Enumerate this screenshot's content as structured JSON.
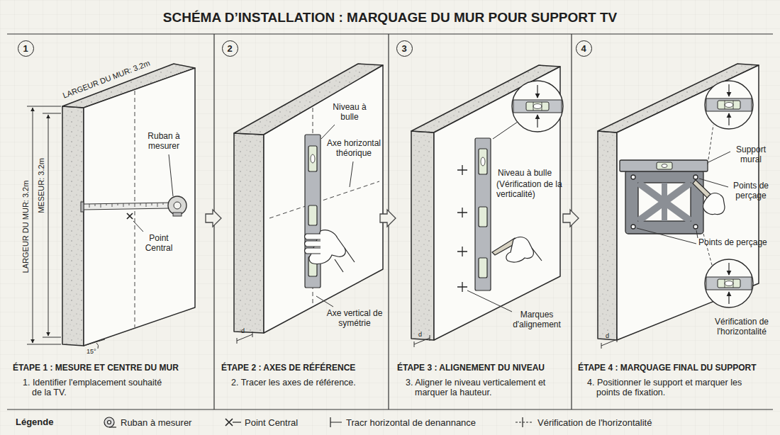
{
  "diagram": {
    "title": "SCHÉMA D’INSTALLATION : MARQUAGE DU MUR POUR SUPPORT TV",
    "nodes": [
      {
        "text": [
          "1"
        ]
      },
      {
        "text": [
          "2"
        ]
      },
      {
        "text": [
          "3"
        ]
      },
      {
        "text": [
          "4"
        ]
      }
    ],
    "labels": [
      "LARGEUR DU MUR: 3.2m",
      "LARGEUR DU MUR: 3.2m",
      "MESEUR: 3.2m",
      "Ruban à mesurer",
      "Point Central",
      "15°",
      "ÉTAPE 1 : MESURE ET CENTRE DU MUR",
      "1. Identifier l'emplacement souhaité de la TV.",
      "Niveau à bulle",
      "Axe horizontal théorique",
      "Axe vertical de symétrie",
      "d",
      "ÉTAPE 2 : AXES DE RÉFÉRENCE",
      "2. Tracer les axes de référence.",
      "Niveau à bulle",
      "(Vérification de la verticalité)",
      "Marques d'alignement",
      "d",
      "ÉTAPE 3 : ALIGNEMENT DU NIVEAU",
      "3. Aligner le niveau verticalement et marquer la hauteur.",
      "Support mural",
      "Points de perçage",
      "Points de perçage",
      "Vérification de l'horizontalité",
      "d",
      "ÉTAPE 4 : MARQUAGE FINAL DU SUPPORT",
      "4. Positionner le support et marquer les points de fixation.",
      "Légende"
    ],
    "legend": [
      {
        "text": "Ruban à mesurer"
      },
      {
        "text": "Point Central"
      },
      {
        "text": "Tracr horizontal de denannance"
      },
      {
        "text": "Vérification de l'horizontalité"
      }
    ]
  }
}
